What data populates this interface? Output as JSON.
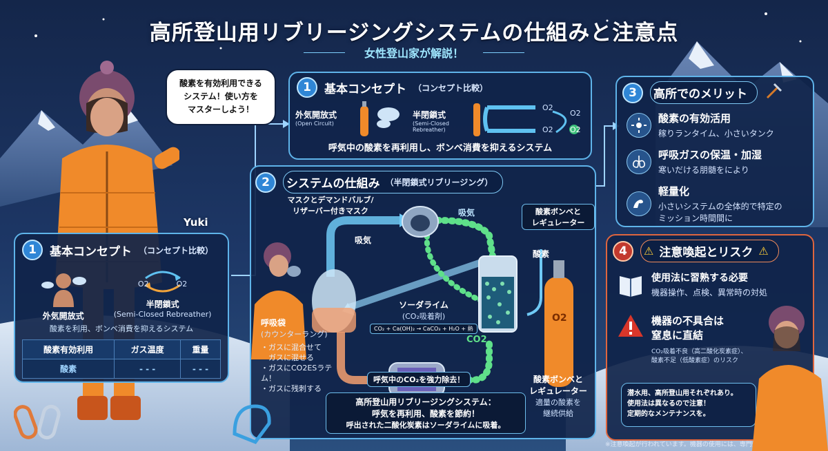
{
  "header": {
    "title": "高所登山用リブリージングシステムの仕組みと注意点",
    "subtitle": "女性登山家が解説！"
  },
  "character": {
    "speech": [
      "酸素を有効利用できる",
      "システム！使い方を",
      "マスターしよう！"
    ],
    "name": "Yuki"
  },
  "panel1_left": {
    "number": "1",
    "title": "基本コンセプト",
    "title_small": "（コンセプト比較）",
    "open_label": "外気開放式",
    "semi_label": "半閉鎖式",
    "semi_label_en": "(Semi-Closed Rebreather)",
    "o2_a": "O2",
    "o2_b": "O2",
    "desc": "酸素を利用、ボンベ消費を抑えるシステム",
    "table": {
      "headers": [
        "酸素有効利用",
        "ガス温度",
        "重量"
      ],
      "values": [
        "酸素",
        "- - -",
        "- - -"
      ]
    }
  },
  "panel1_top": {
    "number": "1",
    "title": "基本コンセプト",
    "title_small": "（コンセプト比較）",
    "open_label": "外気開放式",
    "open_label_en": "(Open Circuit)",
    "semi_label": "半閉鎖式",
    "semi_label_en": "(Semi-Closed Rebreather)",
    "o2_labels": [
      "O2",
      "O2",
      "O2",
      "O2"
    ],
    "desc": "呼気中の酸素を再利用し、ボンベ消費を抑えるシステム"
  },
  "panel2": {
    "number": "2",
    "title": "システムの仕組み",
    "title_small": "（半閉鎖式リブリージング）",
    "mask_label": [
      "マスクとデマンドバルブ/",
      "リザーバー付きマスク"
    ],
    "inhale_label": "吸気",
    "inhale_label2": "吸気",
    "bag_label": "呼吸袋",
    "bag_label_sub": "(カウンターラング)",
    "bag_notes": [
      "・ガスに混合せて",
      "　ガスに混せる",
      "・ガスにCO2ESラテム！",
      "・ガスに残刺する"
    ],
    "sodalime_label": "ソーダライム",
    "sodalime_sub": "(CO₂吸着剤)",
    "formula": "CO₂ + Ca(OH)₂ → CaCO₃ + H₂O + 熱",
    "co2_label": "CO2",
    "removal_label": "呼気中のCO₂を強力除去！",
    "oxygen_label": "酸素",
    "tank_label_top": [
      "酸素ボンベと",
      "レギュレーター"
    ],
    "tank_label_bottom": [
      "酸素ボンベと",
      "レギュレーター"
    ],
    "tank_label_bottom_sub": [
      "適量の酸素を",
      "継続供給"
    ],
    "tank_o2": "O2",
    "summary": [
      "高所登山用リブリージングシステム：",
      "呼気を再利用、酸素を節約！",
      "呼出された二酸化炭素はソーダライムに吸着。"
    ]
  },
  "panel3": {
    "number": "3",
    "title": "高所でのメリット",
    "items": [
      {
        "title": "酸素の有効活用",
        "sub": "稼りランタイム、小さいタンク",
        "icon": "sun-icon"
      },
      {
        "title": "呼吸ガスの保温・加湿",
        "sub": "寒いだける朋髄をにより",
        "icon": "lungs-icon"
      },
      {
        "title": "軽量化",
        "sub": "小さいシステムの全体的で特定の",
        "sub2": "ミッション時間間に",
        "icon": "arm-icon"
      }
    ]
  },
  "panel4": {
    "number": "4",
    "title": "注意喚起とリスク",
    "item1_title": "使用法に習熟する必要",
    "item1_sub": "機器操作、点検、異常時の対処",
    "item2_title": [
      "機器の不具合は",
      "窒息に直結"
    ],
    "item2_sub": [
      "CO₂吸着不良（高二酸化炭素症）、",
      "酸素不足（低酸素症）のリスク"
    ],
    "callout": [
      "潜水用、高所登山用それぞれあり。",
      "使用法は異なるので注意！",
      "定期的なメンテナンスを。"
    ]
  },
  "footer_note": "※注意喚起が行われています。機器の使用には、専門知識と訓練が必要です。",
  "colors": {
    "accent": "#5fb4ea",
    "panel": "#10244a",
    "orange": "#f08a2a",
    "danger": "#c23a2e",
    "co2_green": "#5fe08a"
  }
}
